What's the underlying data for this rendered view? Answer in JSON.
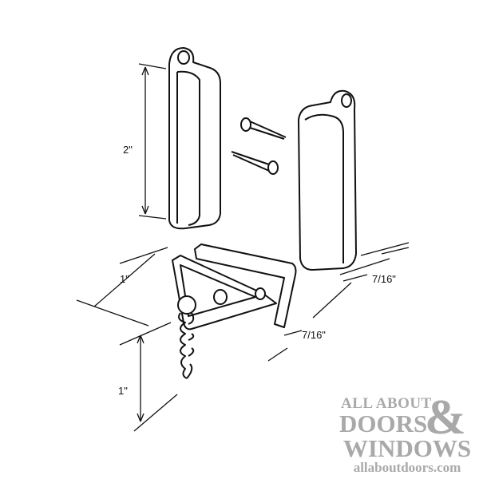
{
  "dimensions": {
    "height_top": "2\"",
    "depth_left": "1\"",
    "width_right": "7/16\"",
    "width_bottom": "7/16\"",
    "height_bottom": "1\""
  },
  "logo": {
    "line1": "ALL ABOUT",
    "line2": "DOORS",
    "ampersand": "&",
    "line3": "WINDOWS",
    "url": "allaboutdoors.com"
  }
}
